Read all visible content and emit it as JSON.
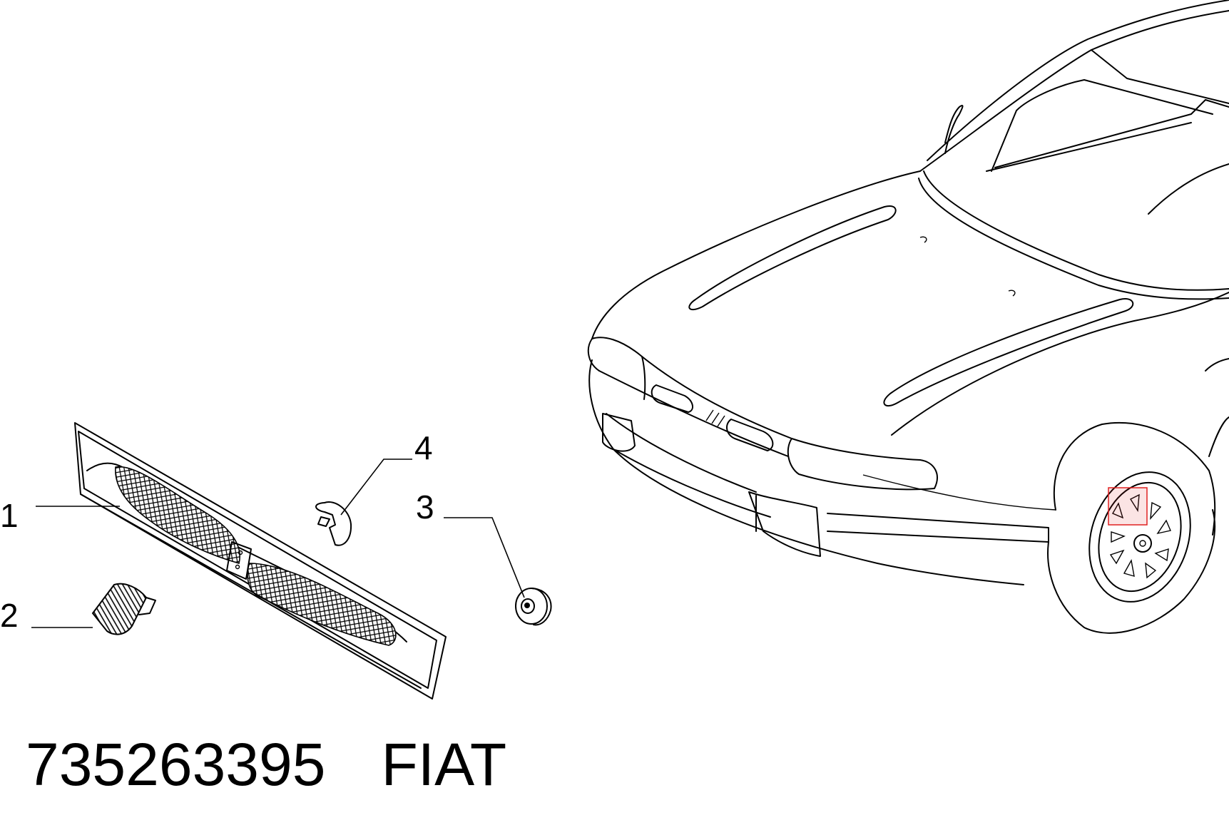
{
  "callouts": {
    "c1": "1",
    "c2": "2",
    "c3": "3",
    "c4": "4"
  },
  "caption": {
    "part_number": "735263395",
    "brand": "FIAT"
  },
  "highlight_color": "#e02020"
}
